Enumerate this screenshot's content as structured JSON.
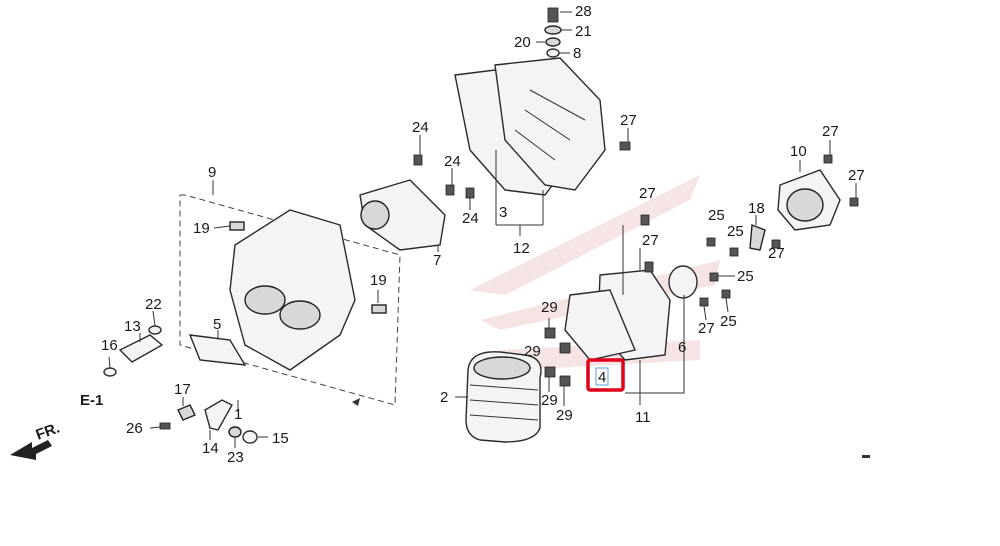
{
  "diagram": {
    "section_label": "E-1",
    "direction_label": "FR.",
    "highlighted_callout": "4",
    "callouts": {
      "c28": "28",
      "c21": "21",
      "c20": "20",
      "c8": "8",
      "c27a": "27",
      "c24a": "24",
      "c24b": "24",
      "c24c": "24",
      "c3": "3",
      "c12": "12",
      "c9": "9",
      "c19a": "19",
      "c19b": "19",
      "c7": "7",
      "c10": "10",
      "c27b": "27",
      "c27c": "27",
      "c27d": "27",
      "c27e": "27",
      "c18": "18",
      "c25a": "25",
      "c25b": "25",
      "c25c": "25",
      "c25d": "25",
      "c27f": "27",
      "c27g": "27",
      "c29a": "29",
      "c29b": "29",
      "c29c": "29",
      "c29d": "29",
      "c6": "6",
      "c11": "11",
      "c2": "2",
      "c22": "22",
      "c13": "13",
      "c16": "16",
      "c5": "5",
      "c17": "17",
      "c1": "1",
      "c26": "26",
      "c14": "14",
      "c23": "23",
      "c15": "15"
    }
  }
}
